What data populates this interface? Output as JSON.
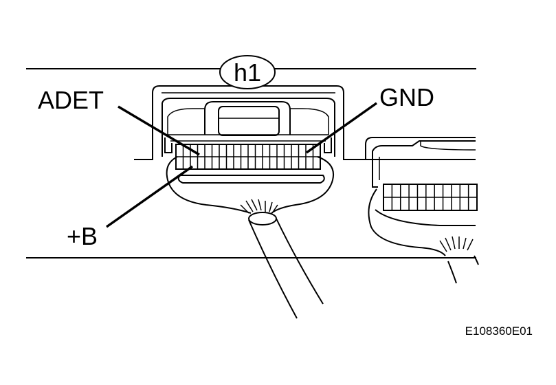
{
  "connector_id": "h1",
  "labels": {
    "adet": "ADET",
    "gnd": "GND",
    "plus_b": "+B"
  },
  "figure_code": "E108360E01",
  "icons": {
    "connector_main": "wire-harness-connector-icon",
    "connector_secondary": "wire-harness-connector-icon"
  },
  "colors": {
    "line": "#000000",
    "background": "#ffffff"
  }
}
